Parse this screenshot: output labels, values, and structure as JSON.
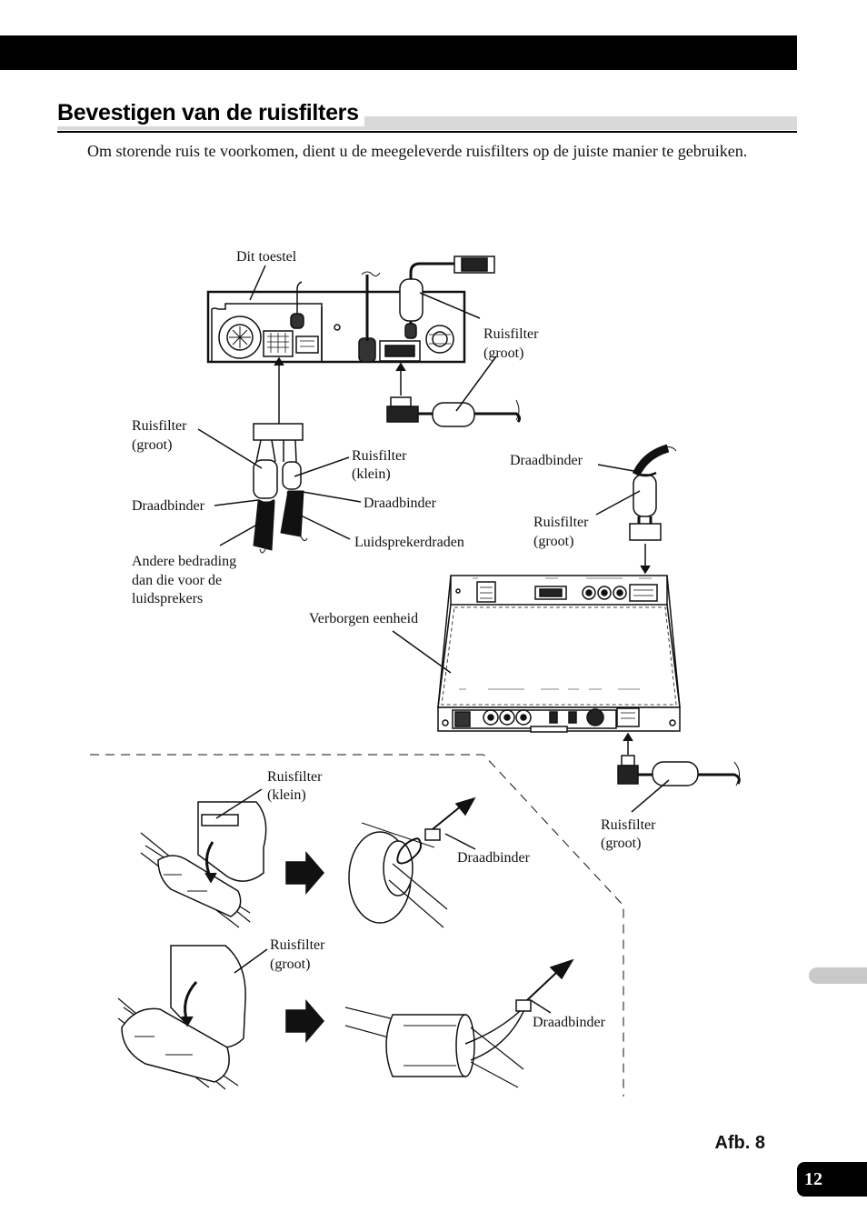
{
  "section": {
    "title": "Bevestigen van de ruisfilters",
    "intro": "Om storende ruis te voorkomen, dient u de meegeleverde ruisfilters op de juiste manier te gebruiken."
  },
  "figure": {
    "labels": {
      "dit_toestel": "Dit toestel",
      "ruisfilter_groot_1a": "Ruisfilter",
      "ruisfilter_groot_1b": "(groot)",
      "ruisfilter_groot_2a": "Ruisfilter",
      "ruisfilter_groot_2b": "(groot)",
      "ruisfilter_klein_1a": "Ruisfilter",
      "ruisfilter_klein_1b": "(klein)",
      "draadbinder_1": "Draadbinder",
      "draadbinder_2": "Draadbinder",
      "luidsprekerdraden": "Luidsprekerdraden",
      "andere_a": "Andere bedrading",
      "andere_b": "dan die voor de",
      "andere_c": "luidsprekers",
      "draadbinder_3": "Draadbinder",
      "ruisfilter_groot_3a": "Ruisfilter",
      "ruisfilter_groot_3b": "(groot)",
      "verborgen_eenheid": "Verborgen eenheid",
      "ruisfilter_groot_4a": "Ruisfilter",
      "ruisfilter_groot_4b": "(groot)",
      "ruisfilter_klein_2a": "Ruisfilter",
      "ruisfilter_klein_2b": "(klein)",
      "draadbinder_4": "Draadbinder",
      "ruisfilter_groot_5a": "Ruisfilter",
      "ruisfilter_groot_5b": "(groot)",
      "draadbinder_5": "Draadbinder"
    },
    "caption": "Afb. 8"
  },
  "page_number": "12"
}
